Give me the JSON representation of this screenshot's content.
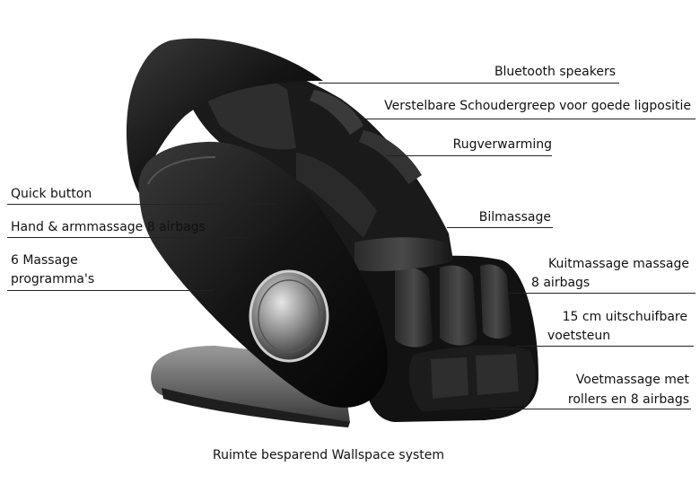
{
  "labels": {
    "bluetooth": "Bluetooth speakers",
    "shoulder": "Verstelbare Schoudergreep voor goede ligpositie",
    "heating": "Rugverwarming",
    "quick": "Quick button",
    "arm": "Hand & armmassage 8 airbags",
    "programs_1": "6 Massage",
    "programs_2": "programma's",
    "bil": "Bilmassage",
    "calf_1": "Kuitmassage massage",
    "calf_2": "8 airbags",
    "foot_ext_1": "15 cm uitschuifbare",
    "foot_ext_2": "voetsteun",
    "foot_1": "Voetmassage met",
    "foot_2": "rollers en 8 airbags",
    "wallspace": "Ruimte besparend Wallspace system"
  }
}
